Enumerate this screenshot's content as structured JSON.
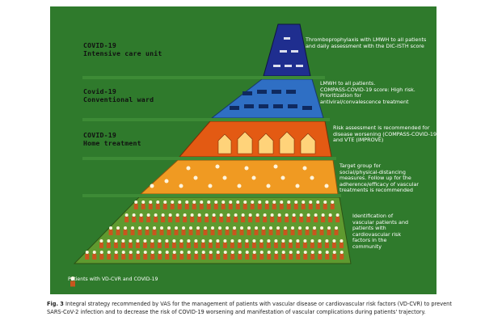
{
  "levels": [
    {
      "title_l1": "COVID-19",
      "title_l2": "Intensive care unit",
      "description": [
        "Thromboprophylaxis with LMWH to all patients",
        "and daily assessment with the DIC-ISTH score"
      ]
    },
    {
      "title_l1": "Covid-19",
      "title_l2": "Conventional ward",
      "description": [
        "LMWH to all patients.",
        "COMPASS-COVID-19 score: High risk.",
        "Prioritization for",
        "antiviral/convalescence treatment"
      ]
    },
    {
      "title_l1": "COVID-19",
      "title_l2": "Home treatment",
      "description": [
        "Risk assessment is recommended for",
        "disease worsening (COMPASS-COVID-19)",
        "and VTE (IMPROVE)"
      ]
    },
    {
      "title_l1": "",
      "title_l2": "",
      "description": [
        "Target group for",
        "social/physical-distancing",
        "measures. Follow up for the",
        "adherence/efficacy of vascular",
        "treatments is recommended"
      ]
    },
    {
      "title_l1": "",
      "title_l2": "",
      "description": [
        "Identification of",
        "vascular patients and",
        "patients with",
        "cardiovascular risk",
        "factors in the",
        "community"
      ]
    }
  ],
  "legend": {
    "label": "Patients with VD-CVR and COVID-19"
  },
  "caption": {
    "prefix": "Fig. 3",
    "text": "Integral strategy recommended by VAS for the management of patients with vascular disease or cardiovascular risk factors (VD-CVR) to prevent SARS-CoV-2 infection and to decrease the risk of COVID-19 worsening and manifestation of vascular complications during patients' trajectory."
  },
  "colors": {
    "background": "#2f7a2c",
    "icu": "#1f2e8f",
    "ward": "#2f6fc4",
    "home": "#e35a13",
    "distancing": "#f09a22",
    "community": "#5f9a2f",
    "patient": "#c9561e"
  }
}
